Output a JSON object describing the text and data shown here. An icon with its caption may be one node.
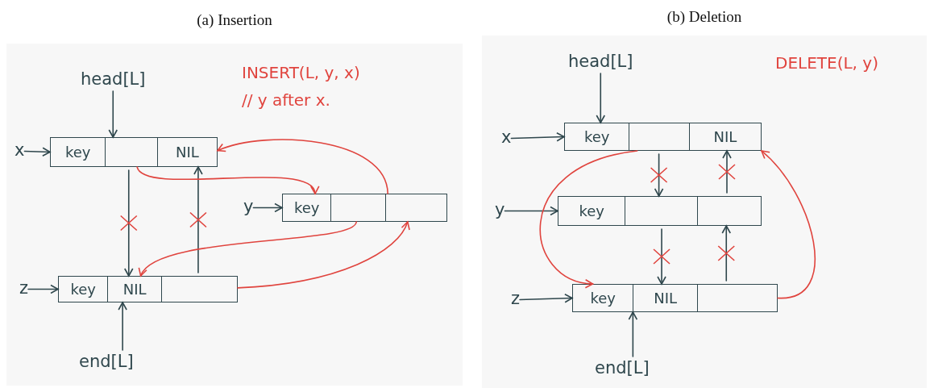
{
  "diagram": {
    "nodes": [
      {
        "text": [
          "(a) Insertion"
        ]
      },
      {
        "text": [
          "head[L]"
        ],
        "in": 0
      },
      {
        "text": [
          "x"
        ],
        "in": 0
      },
      {
        "text": [
          "key",
          "NIL"
        ],
        "in": 0
      },
      {
        "text": [
          "y"
        ],
        "in": 0
      },
      {
        "text": [
          "key"
        ],
        "in": 0
      },
      {
        "text": [
          "z"
        ],
        "in": 0
      },
      {
        "text": [
          "key",
          "NIL"
        ],
        "in": 0
      },
      {
        "text": [
          "end[L]"
        ],
        "in": 0
      },
      {
        "text": [
          "(b) Deletion"
        ]
      },
      {
        "text": [
          "head[L]"
        ],
        "in": 9
      },
      {
        "text": [
          "x"
        ],
        "in": 9
      },
      {
        "text": [
          "key",
          "NIL"
        ],
        "in": 9
      },
      {
        "text": [
          "y"
        ],
        "in": 9
      },
      {
        "text": [
          "key"
        ],
        "in": 9
      },
      {
        "text": [
          "z"
        ],
        "in": 9
      },
      {
        "text": [
          "key",
          "NIL"
        ],
        "in": 9
      },
      {
        "text": [
          "end[L]"
        ],
        "in": 9
      }
    ],
    "edges": [
      {
        "from": 1,
        "to": 3,
        "arrow": "to"
      },
      {
        "from": 2,
        "to": 3,
        "arrow": "to"
      },
      {
        "from": 3,
        "to": 7,
        "arrow": "to"
      },
      {
        "from": 7,
        "to": 3,
        "arrow": "to"
      },
      {
        "from": 3,
        "to": 5,
        "arrow": "to",
        "color": "#e0443e"
      },
      {
        "from": 5,
        "to": 3,
        "arrow": "to",
        "color": "#e0443e"
      },
      {
        "from": 4,
        "to": 5,
        "arrow": "to"
      },
      {
        "from": 5,
        "to": 7,
        "arrow": "to",
        "color": "#e0443e"
      },
      {
        "from": 7,
        "to": 5,
        "arrow": "to",
        "color": "#e0443e"
      },
      {
        "from": 6,
        "to": 7,
        "arrow": "to"
      },
      {
        "from": 8,
        "to": 7,
        "arrow": "to"
      },
      {
        "from": 10,
        "to": 12,
        "arrow": "to"
      },
      {
        "from": 11,
        "to": 12,
        "arrow": "to"
      },
      {
        "from": 12,
        "to": 14,
        "arrow": "to"
      },
      {
        "from": 14,
        "to": 12,
        "arrow": "to"
      },
      {
        "from": 13,
        "to": 14,
        "arrow": "to"
      },
      {
        "from": 14,
        "to": 16,
        "arrow": "to"
      },
      {
        "from": 16,
        "to": 14,
        "arrow": "to"
      },
      {
        "from": 12,
        "to": 16,
        "arrow": "to",
        "color": "#e0443e"
      },
      {
        "from": 16,
        "to": 12,
        "arrow": "to",
        "color": "#e0443e"
      },
      {
        "from": 15,
        "to": 16,
        "arrow": "to"
      },
      {
        "from": 17,
        "to": 16,
        "arrow": "to"
      }
    ],
    "labels": [
      "INSERT(L, y, x)",
      "// y after x.",
      "DELETE(L, y)"
    ]
  }
}
